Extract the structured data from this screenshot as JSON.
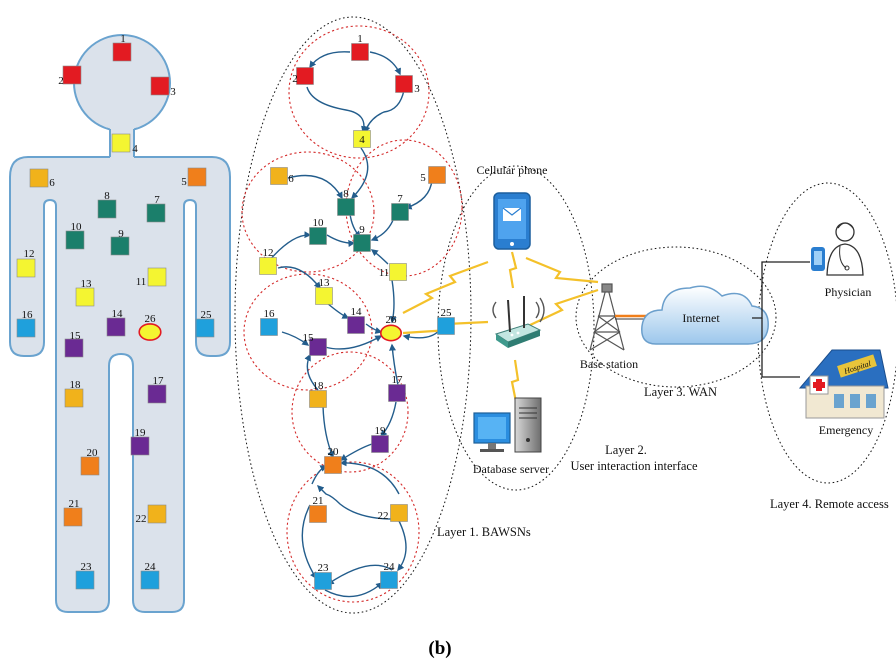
{
  "figure_label": "(b)",
  "colors": {
    "red": "#e31b22",
    "yellow": "#f4f531",
    "orange": "#f07f1b",
    "amber": "#f1b21b",
    "teal": "#1b7f6b",
    "purple": "#6a2a93",
    "blue": "#1fa0dc",
    "link_blue": "#235d8c",
    "wireless": "#f4c12a",
    "body_fill": "#dbe2eb",
    "body_stroke": "#6aa3cf"
  },
  "nodes": [
    {
      "id": "1",
      "color": "red"
    },
    {
      "id": "2",
      "color": "red"
    },
    {
      "id": "3",
      "color": "red"
    },
    {
      "id": "4",
      "color": "yellow"
    },
    {
      "id": "5",
      "color": "orange"
    },
    {
      "id": "6",
      "color": "amber"
    },
    {
      "id": "7",
      "color": "teal"
    },
    {
      "id": "8",
      "color": "teal"
    },
    {
      "id": "9",
      "color": "teal"
    },
    {
      "id": "10",
      "color": "teal"
    },
    {
      "id": "11",
      "color": "yellow"
    },
    {
      "id": "12",
      "color": "yellow"
    },
    {
      "id": "13",
      "color": "yellow"
    },
    {
      "id": "14",
      "color": "purple"
    },
    {
      "id": "15",
      "color": "purple"
    },
    {
      "id": "16",
      "color": "blue"
    },
    {
      "id": "17",
      "color": "purple"
    },
    {
      "id": "18",
      "color": "amber"
    },
    {
      "id": "19",
      "color": "purple"
    },
    {
      "id": "20",
      "color": "orange"
    },
    {
      "id": "21",
      "color": "orange"
    },
    {
      "id": "22",
      "color": "amber"
    },
    {
      "id": "23",
      "color": "blue"
    },
    {
      "id": "24",
      "color": "blue"
    },
    {
      "id": "25",
      "color": "blue"
    },
    {
      "id": "26",
      "color": "yellow",
      "shape": "ellipse"
    }
  ],
  "devices": {
    "cellular_phone": "Cellular phone",
    "database_server": "Database server",
    "base_station": "Base station",
    "internet": "Internet",
    "physician": "Physician",
    "emergency": "Emergency",
    "hospital_sign": "Hospital"
  },
  "layers": {
    "layer1": "Layer 1. BAWSNs",
    "layer2_line1": "Layer 2.",
    "layer2_line2": "User interaction interface",
    "layer3": "Layer 3. WAN",
    "layer4": "Layer 4. Remote access"
  }
}
